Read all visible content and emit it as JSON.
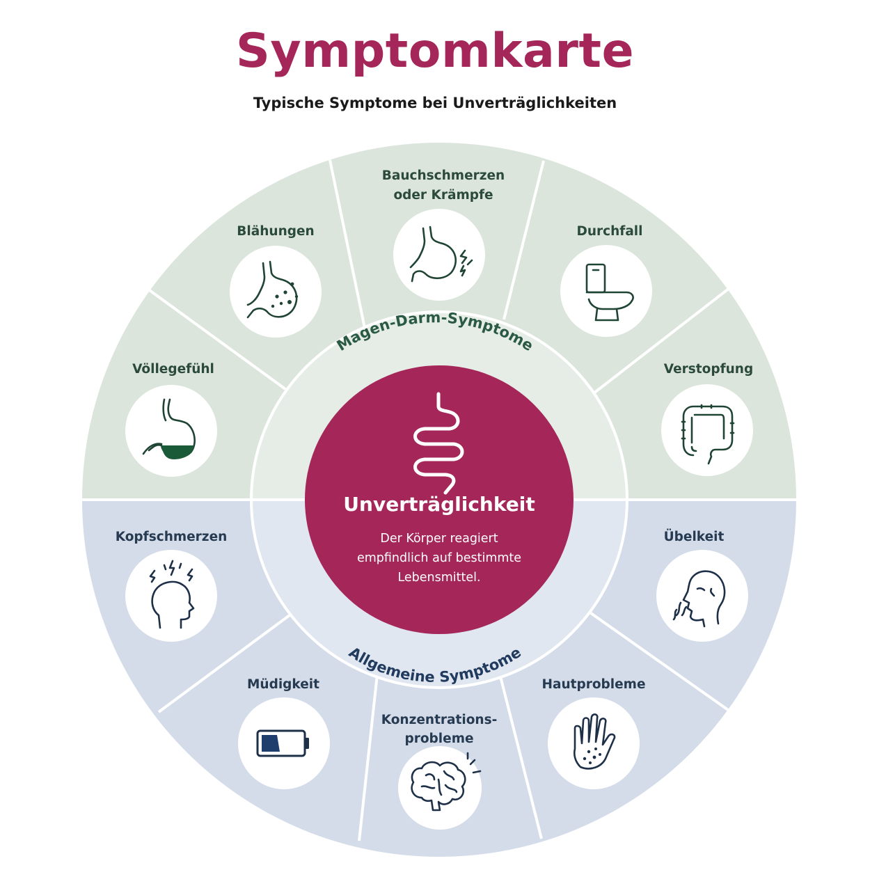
{
  "header": {
    "title": "Symptomkarte",
    "subtitle": "Typische Symptome bei Unverträglichkeiten"
  },
  "center": {
    "title": "Unverträglichkeit",
    "text_lines": [
      "Der Körper reagiert",
      "empfindlich auf bestimmte",
      "Lebensmittel."
    ],
    "icon": "intestine-icon"
  },
  "groups": {
    "gastro": "Magen-Darm-Symptome",
    "general": "Allgemeine Symptome"
  },
  "gastro_symptoms": [
    {
      "label_lines": [
        "Völlegefühl"
      ],
      "icon": "full-stomach-icon"
    },
    {
      "label_lines": [
        "Blähungen"
      ],
      "icon": "bloated-stomach-icon"
    },
    {
      "label_lines": [
        "Bauchschmerzen",
        "oder Krämpfe"
      ],
      "icon": "cramping-stomach-icon"
    },
    {
      "label_lines": [
        "Durchfall"
      ],
      "icon": "toilet-icon"
    },
    {
      "label_lines": [
        "Verstopfung"
      ],
      "icon": "colon-icon"
    }
  ],
  "general_symptoms": [
    {
      "label_lines": [
        "Übelkeit"
      ],
      "icon": "nausea-face-icon"
    },
    {
      "label_lines": [
        "Hautprobleme"
      ],
      "icon": "skin-rash-hand-icon"
    },
    {
      "label_lines": [
        "Konzentrations-",
        "probleme"
      ],
      "icon": "brain-icon"
    },
    {
      "label_lines": [
        "Müdigkeit"
      ],
      "icon": "low-battery-icon"
    },
    {
      "label_lines": [
        "Kopfschmerzen"
      ],
      "icon": "headache-icon"
    }
  ],
  "colors": {
    "brand": "#a52658",
    "gastro_sector": "#dbe5dc",
    "gastro_ring": "#e6ede6",
    "general_sector": "#d3dce8",
    "general_ring": "#e1e7f0",
    "center": "#a52658",
    "icon_stroke": "#1f4434",
    "icon_fill": "#1a5a38"
  }
}
